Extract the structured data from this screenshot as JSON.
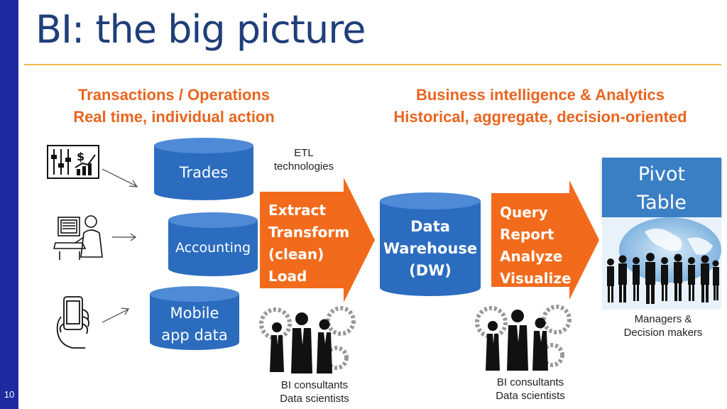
{
  "slide": {
    "title": "BI: the big picture",
    "number": "10"
  },
  "headings": {
    "left": [
      "Transactions / Operations",
      "Real time, individual action"
    ],
    "right": [
      "Business intelligence & Analytics",
      "Historical, aggregate, decision-oriented"
    ]
  },
  "sources": [
    {
      "label": "Trades",
      "icon": "trading-icon"
    },
    {
      "label": "Accounting",
      "icon": "accountant-icon"
    },
    {
      "label": "Mobile app data",
      "lines": [
        "Mobile",
        "app data"
      ],
      "icon": "smartphone-hand-icon"
    }
  ],
  "etl": {
    "caption": [
      "ETL",
      "technologies"
    ],
    "steps": [
      "Extract",
      "Transform",
      "(clean)",
      "Load"
    ]
  },
  "warehouse": {
    "lines": [
      "Data",
      "Warehouse",
      "(DW)"
    ]
  },
  "analysis": {
    "steps": [
      "Query",
      "Report",
      "Analyze",
      "Visualize"
    ]
  },
  "pivot": {
    "lines": [
      "Pivot",
      "Table"
    ]
  },
  "roles": {
    "consultants_left": [
      "BI consultants",
      "Data scientists"
    ],
    "consultants_right": [
      "BI consultants",
      "Data scientists"
    ],
    "managers": [
      "Managers &",
      "Decision makers"
    ]
  },
  "colors": {
    "accent": "#e8651f",
    "cylinder": "#2b6cbf",
    "sidebar": "#1f2aa0",
    "pivot": "#3a7fc4",
    "title": "#1f3e7a"
  }
}
